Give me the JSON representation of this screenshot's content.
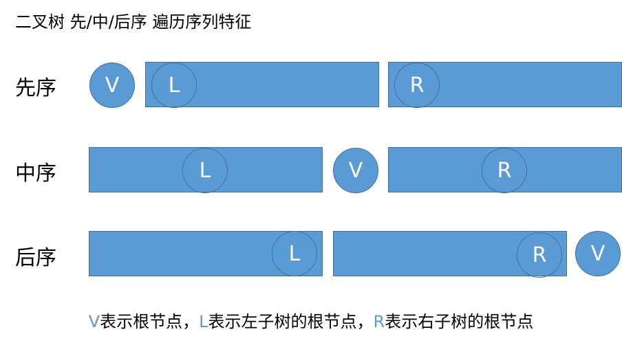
{
  "title": "二叉树 先/中/后序 遍历序列特征",
  "rows": [
    {
      "label": "先序",
      "order": [
        "V",
        "L",
        "R"
      ]
    },
    {
      "label": "中序",
      "order": [
        "L",
        "V",
        "R"
      ]
    },
    {
      "label": "后序",
      "order": [
        "L",
        "R",
        "V"
      ]
    }
  ],
  "nodes": {
    "v": "V",
    "l": "L",
    "r": "R"
  },
  "legend": {
    "v_key": "V",
    "v_text": "表示根节点，",
    "l_key": "L",
    "l_text": "表示左子树的根节点，",
    "r_key": "R",
    "r_text": "表示右子树的根节点"
  },
  "colors": {
    "fill": "#5b9bd5",
    "border": "#41719c",
    "text": "#000000"
  }
}
